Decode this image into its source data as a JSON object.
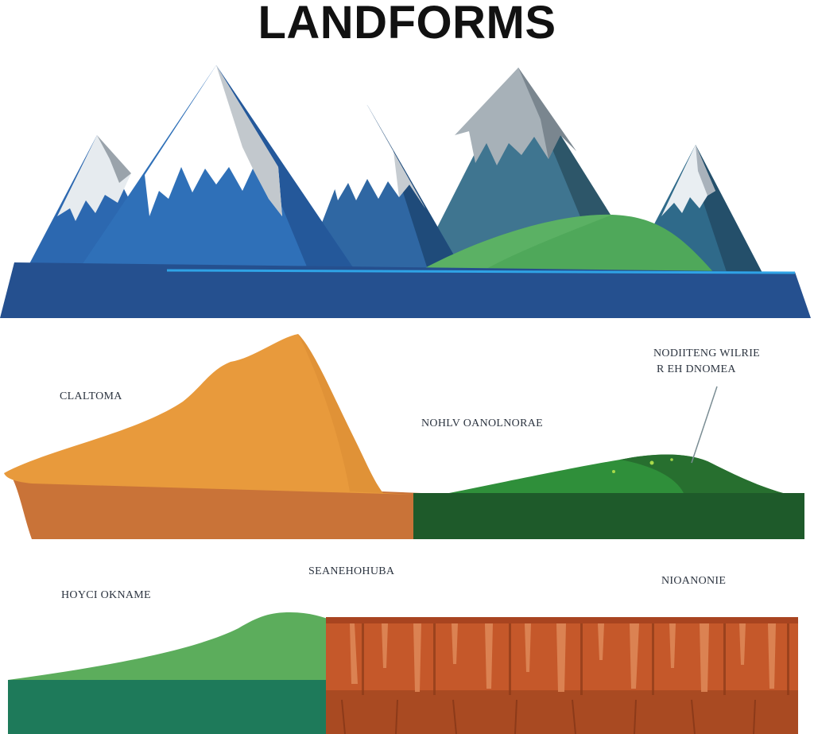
{
  "title": "LANDFORMS",
  "labels": {
    "plateau_left": "CLALTOMA",
    "plains_middle": "NOHLV OANOLNORAE",
    "hill_right_line1": "NODIITENG WILRIE",
    "hill_right_line2": "R EH DNOMEA",
    "bottom_left": "HOYCI OKNAME",
    "bottom_middle": "SEANEHOHUBA",
    "bottom_right": "NIOANONIE"
  },
  "colors": {
    "ocean_blue": "#25508f",
    "mountain_blue": "#2f70b8",
    "mountain_teal": "#3f7590",
    "snow": "#ffffff",
    "plateau_orange": "#e89a3c",
    "plateau_base": "#c97338",
    "grass_green": "#2f8f3a",
    "dark_green": "#1e5a2a",
    "canyon_rust": "#c5582a",
    "slope_green": "#5cad5c",
    "base_teal": "#1e7a5a"
  }
}
